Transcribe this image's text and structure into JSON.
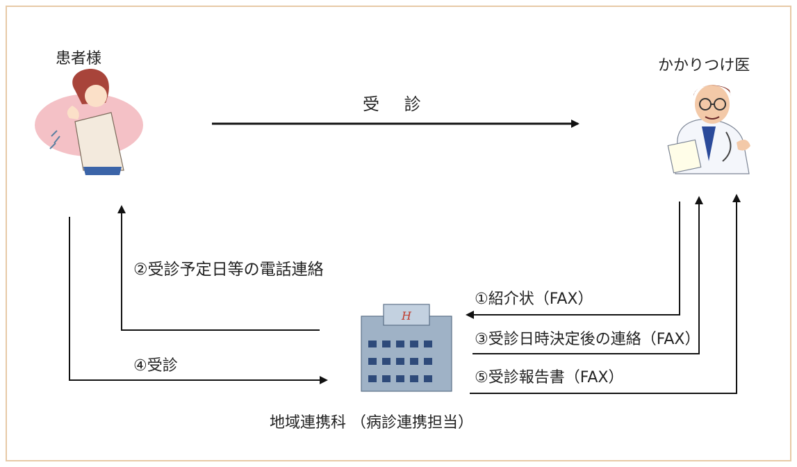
{
  "nodes": {
    "patient": {
      "label": "患者様",
      "icon": "patient-icon"
    },
    "doctor": {
      "label": "かかりつけ医",
      "icon": "doctor-icon"
    },
    "hospital": {
      "label": "地域連携科 （病診連携担当）",
      "icon": "hospital-building-icon"
    }
  },
  "edges": {
    "visit_top": "受 診",
    "phone_contact": "②受診予定日等の電話連絡",
    "referral": "①紹介状（FAX）",
    "decided_contact": "③受診日時決定後の連絡（FAX）",
    "visit": "④受診",
    "report": "⑤受診報告書（FAX）"
  },
  "colors": {
    "frame_border": "#e7c9a6",
    "line": "#111111",
    "patient_glow": "#f2b6bc",
    "building": "#7f96ad",
    "building_windows": "#2e4a7a",
    "doctor_coat": "#f4f6fb",
    "doctor_tie": "#2b4a9a"
  }
}
